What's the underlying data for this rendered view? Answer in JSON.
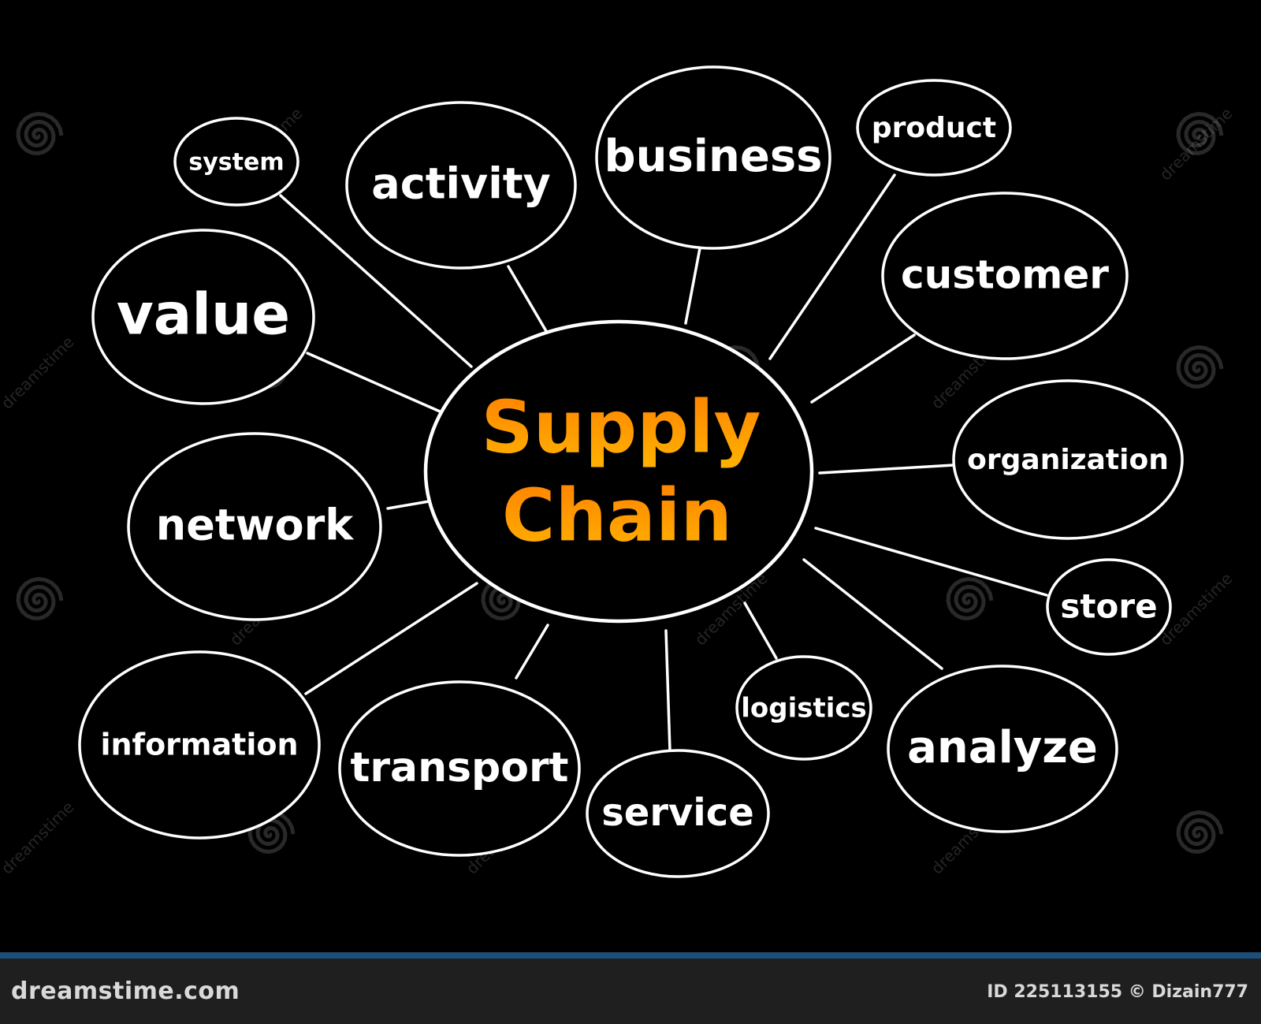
{
  "diagram": {
    "center": {
      "line1": "Supply",
      "line2": "Chain"
    },
    "nodes": [
      {
        "id": "system",
        "label": "system"
      },
      {
        "id": "activity",
        "label": "activity"
      },
      {
        "id": "business",
        "label": "business"
      },
      {
        "id": "product",
        "label": "product"
      },
      {
        "id": "customer",
        "label": "customer"
      },
      {
        "id": "value",
        "label": "value"
      },
      {
        "id": "organization",
        "label": "organization"
      },
      {
        "id": "network",
        "label": "network"
      },
      {
        "id": "store",
        "label": "store"
      },
      {
        "id": "information",
        "label": "information"
      },
      {
        "id": "transport",
        "label": "transport"
      },
      {
        "id": "service",
        "label": "service"
      },
      {
        "id": "logistics",
        "label": "logistics"
      },
      {
        "id": "analyze",
        "label": "analyze"
      }
    ],
    "colors": {
      "background": "#000000",
      "lines": "#ffffff",
      "center_text_top": "#ff8c00",
      "center_text_bottom": "#ffb000"
    }
  },
  "watermark": {
    "text": "dreamstime"
  },
  "footer": {
    "logo": "dreamstime.com",
    "id_text": "ID 225113155 © Dizain777"
  }
}
